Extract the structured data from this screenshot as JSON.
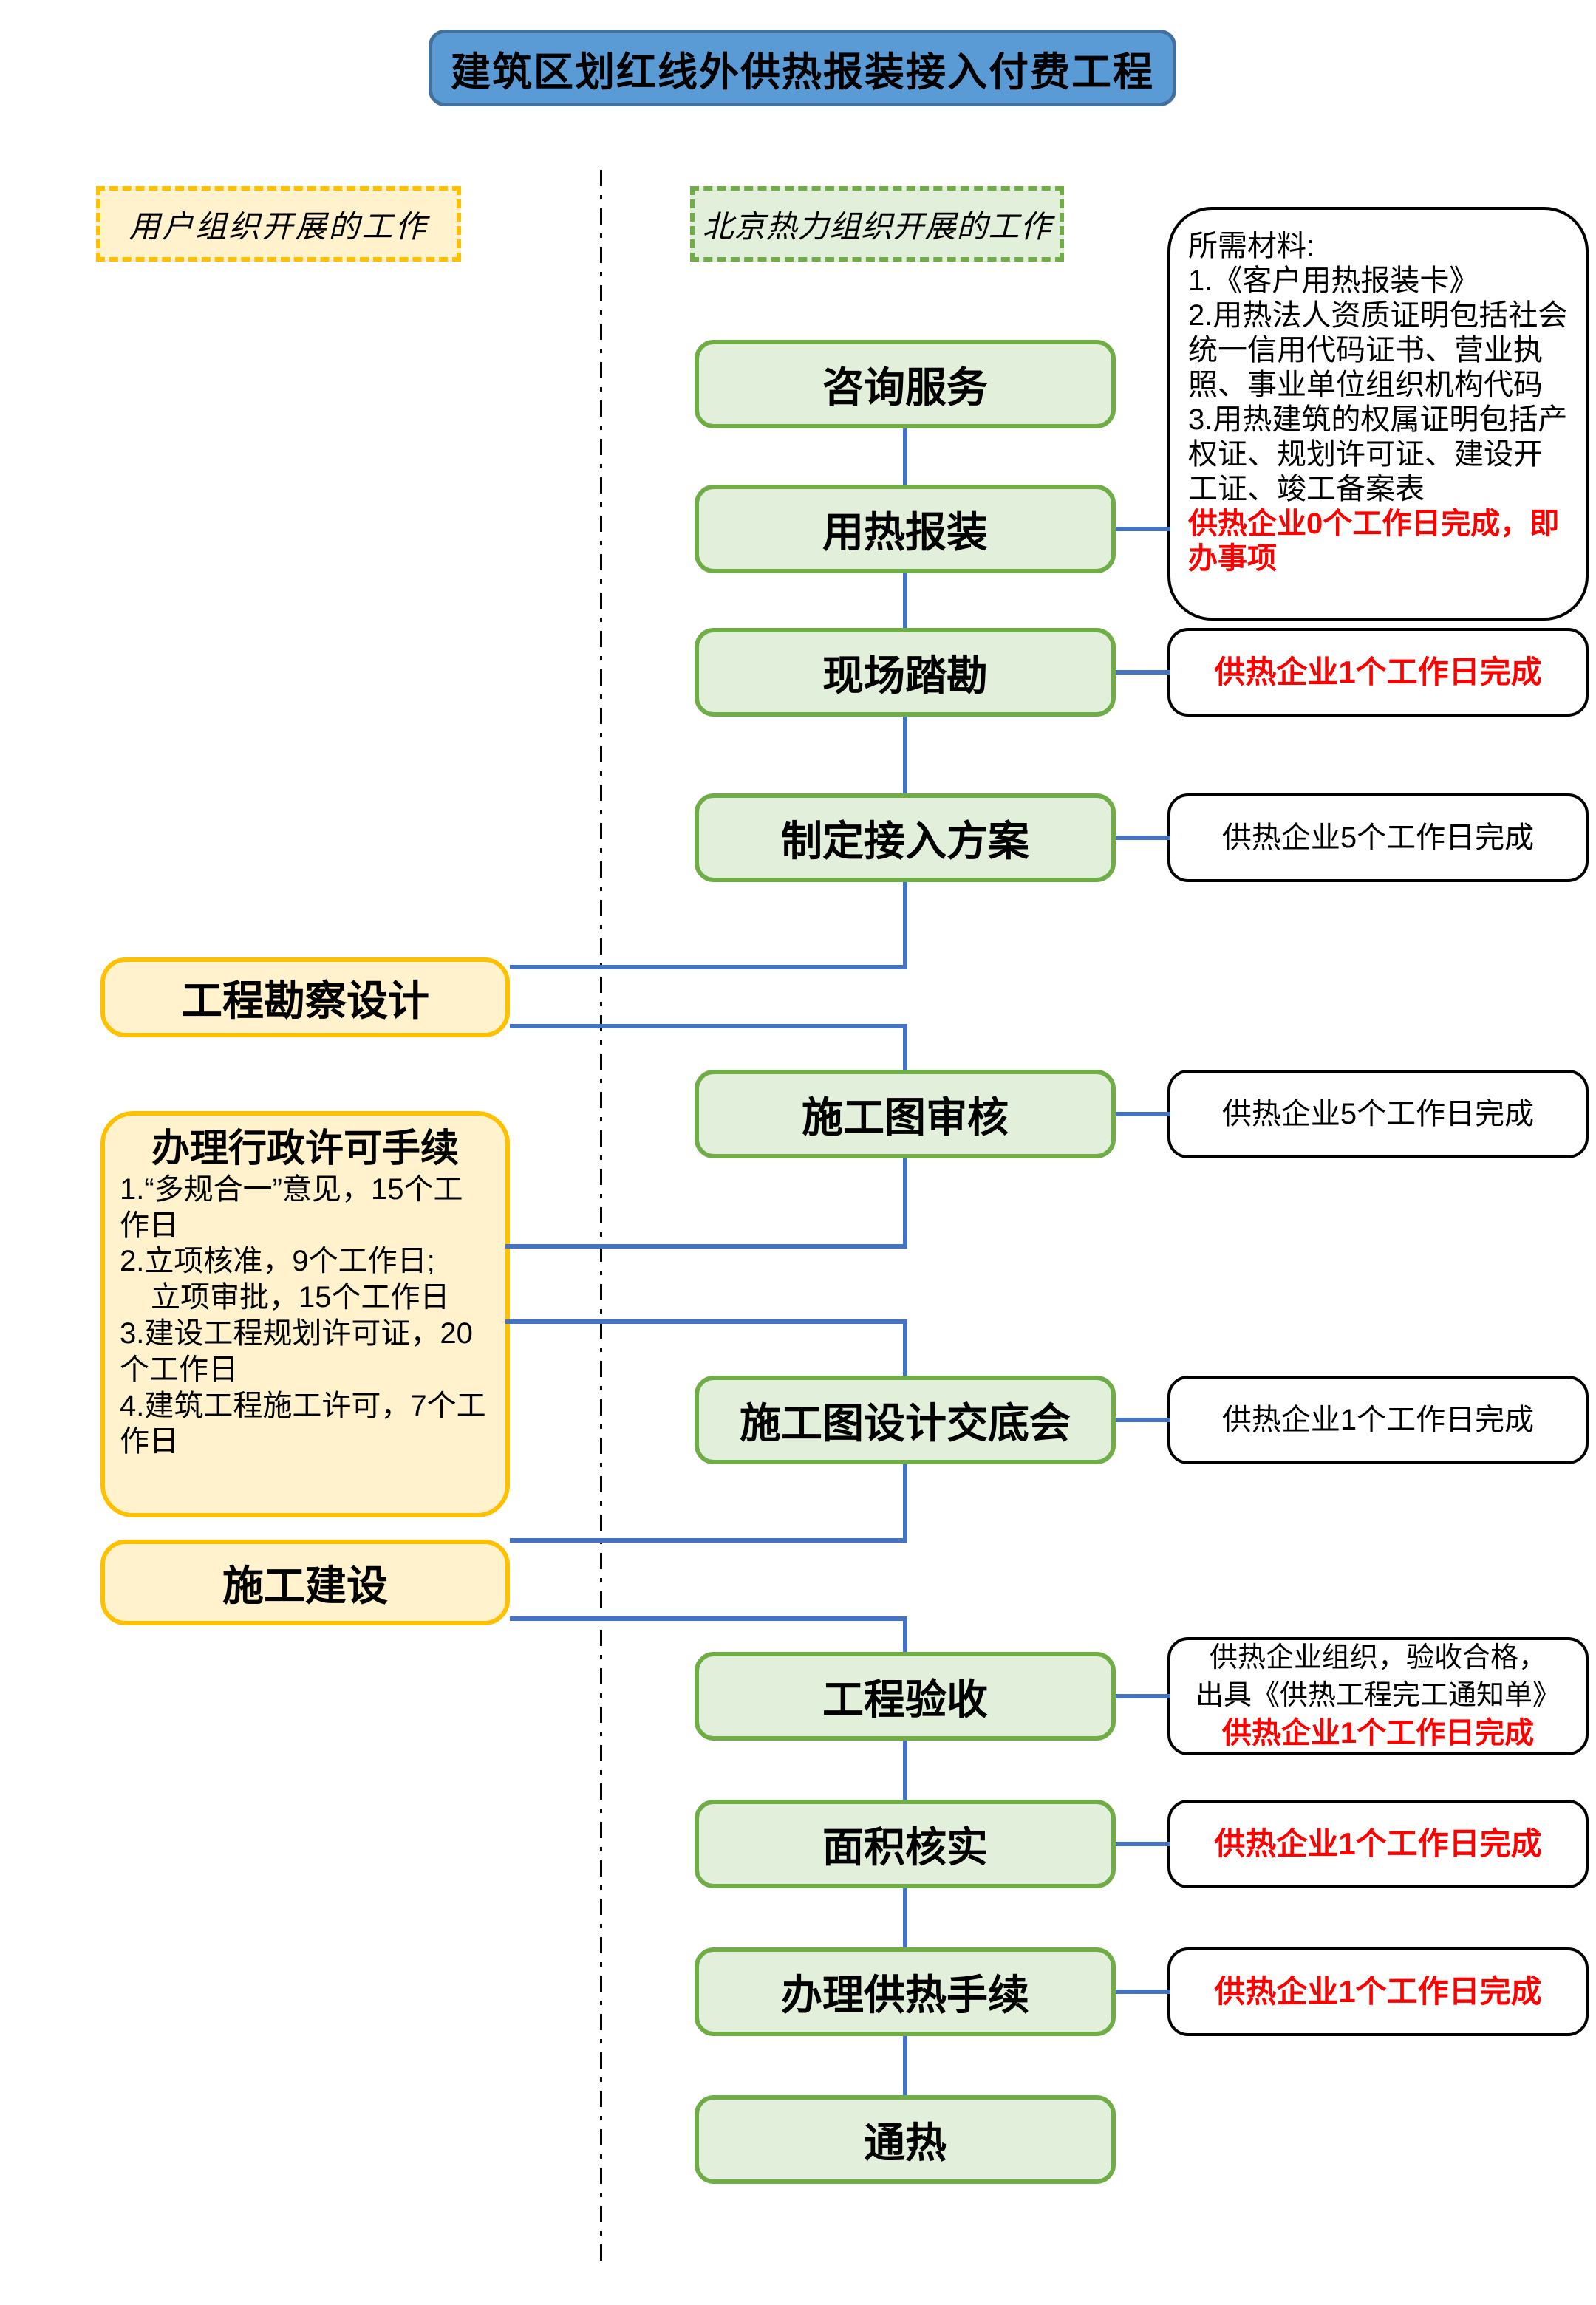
{
  "title": "建筑区划红线外供热报装接入付费工程",
  "lane_headers": {
    "user": "用户组织开展的工作",
    "company": "北京热力组织开展的工作"
  },
  "steps": [
    {
      "label": "咨询服务"
    },
    {
      "label": "用热报装"
    },
    {
      "label": "现场踏勘"
    },
    {
      "label": "制定接入方案"
    },
    {
      "label": "施工图审核"
    },
    {
      "label": "施工图设计交底会"
    },
    {
      "label": "工程验收"
    },
    {
      "label": "面积核实"
    },
    {
      "label": "办理供热手续"
    },
    {
      "label": "通热"
    }
  ],
  "user_tasks": {
    "survey_design": "工程勘察设计",
    "permits": {
      "title": "办理行政许可手续",
      "items": [
        "1.“多规合一”意见，15个工作日",
        "2.立项核准，9个工作日;",
        "立项审批，15个工作日",
        "3.建设工程规划许可证，20个工作日",
        "4.建筑工程施工许可，7个工作日"
      ]
    },
    "construction": "施工建设"
  },
  "annotations": {
    "materials": {
      "heading": "所需材料:",
      "item1": "1.《客户用热报装卡》",
      "item2": "2.用热法人资质证明包括社会统一信用代码证书、营业执照、事业单位组织机构代码",
      "item3": "3.用热建筑的权属证明包括产权证、规划许可证、建设开工证、竣工备案表",
      "deadline_red": "供热企业0个工作日完成，即办事项"
    },
    "site_survey": "供热企业1个工作日完成",
    "access_plan": "供热企业5个工作日完成",
    "drawing_review": "供热企业5个工作日完成",
    "design_briefing": "供热企业1个工作日完成",
    "acceptance": {
      "line1": "供热企业组织，验收合格，",
      "line2": "出具《供热工程完工通知单》",
      "deadline_red": "供热企业1个工作日完成"
    },
    "area_check": "供热企业1个工作日完成",
    "heating_procedure": "供热企业1个工作日完成"
  },
  "colors": {
    "title_fill": "#5B9BD5",
    "title_border": "#41719C",
    "green_fill": "#E2EFDA",
    "green_border": "#70AD47",
    "yellow_fill": "#FFF2CC",
    "yellow_border": "#FFC000",
    "connector_blue": "#4472C4",
    "red": "#FF0000"
  }
}
